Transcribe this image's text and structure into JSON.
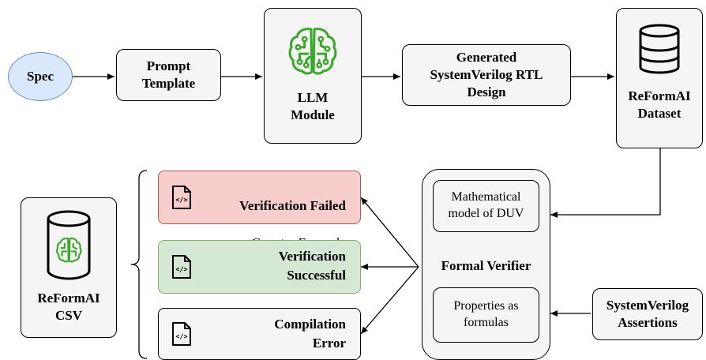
{
  "nodes": {
    "spec": "Spec",
    "prompt": "Prompt\nTemplate",
    "llm": "LLM\nModule",
    "generated": "Generated\nSystemVerilog RTL\nDesign",
    "dataset": "ReFormAI\nDataset",
    "csv": "ReFormAI\nCSV",
    "verifier": "Formal Verifier",
    "math_model": "Mathematical\nmodel of DUV",
    "properties": "Properties as\nformulas",
    "assertions": "SystemVerilog\nAssertions"
  },
  "results": {
    "failed_title": "Verification Failed",
    "failed_sub": "Counter Example",
    "success": "Verification\nSuccessful",
    "error": "Compilation\nError"
  },
  "colors": {
    "spec_fill": "#dae8fc",
    "spec_border": "#6c8ebf",
    "failed_fill": "#f8cecc",
    "failed_border": "#b85450",
    "success_fill": "#d5e8d4",
    "success_border": "#82b366",
    "neutral_fill": "#f5f5f5",
    "brain_green": "#3aa829"
  },
  "icons": {
    "llm": "brain-circuit-icon",
    "dataset": "database-icon",
    "csv": "database-brain-icon",
    "results": "code-file-icon"
  }
}
